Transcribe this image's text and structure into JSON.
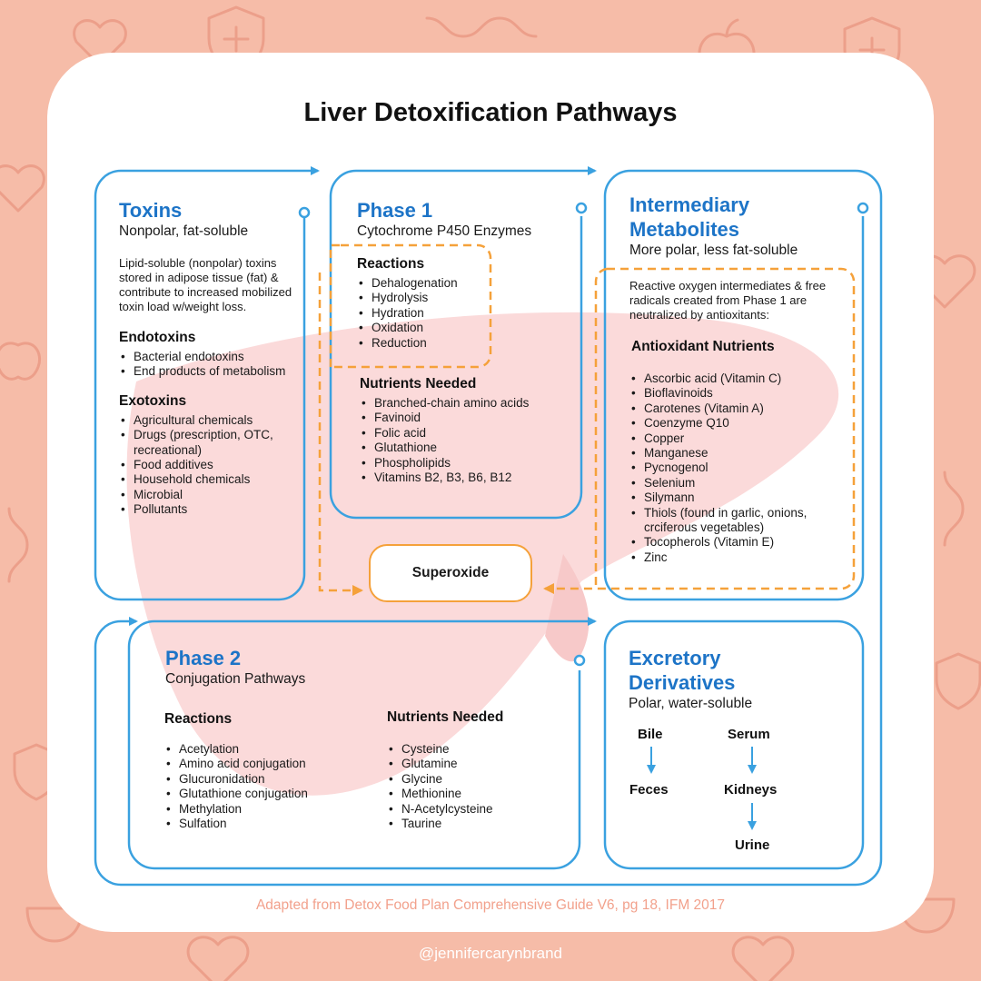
{
  "title": "Liver Detoxification Pathways",
  "toxins": {
    "heading": "Toxins",
    "subheading": "Nonpolar, fat-soluble",
    "description": "Lipid-soluble (nonpolar) toxins stored in adipose tissue (fat) & contribute to increased mobilized toxin load w/weight loss.",
    "endotoxins": {
      "heading": "Endotoxins",
      "items": [
        "Bacterial endotoxins",
        "End products of metabolism"
      ]
    },
    "exotoxins": {
      "heading": "Exotoxins",
      "items": [
        "Agricultural chemicals",
        "Drugs (prescription, OTC, recreational)",
        "Food additives",
        "Household chemicals",
        "Microbial",
        "Pollutants"
      ]
    }
  },
  "phase1": {
    "heading": "Phase 1",
    "subheading": "Cytochrome P450 Enzymes",
    "reactions": {
      "heading": "Reactions",
      "items": [
        "Dehalogenation",
        "Hydrolysis",
        "Hydration",
        "Oxidation",
        "Reduction"
      ]
    },
    "nutrients": {
      "heading": "Nutrients Needed",
      "items": [
        "Branched-chain amino acids",
        "Favinoid",
        "Folic acid",
        "Glutathione",
        "Phospholipids",
        "Vitamins B2, B3, B6, B12"
      ]
    }
  },
  "intermediary": {
    "heading_line1": "Intermediary",
    "heading_line2": "Metabolites",
    "subheading": "More polar, less fat-soluble",
    "description": "Reactive oxygen intermediates & free radicals created from Phase 1 are neutralized by antioxitants:",
    "antioxidants": {
      "heading": "Antioxidant Nutrients",
      "items": [
        "Ascorbic acid (Vitamin C)",
        "Bioflavinoids",
        "Carotenes (Vitamin A)",
        "Coenzyme Q10",
        "Copper",
        "Manganese",
        "Pycnogenol",
        "Selenium",
        "Silymann",
        "Thiols (found in garlic, onions, crciferous vegetables)",
        "Tocopherols (Vitamin E)",
        "Zinc"
      ]
    }
  },
  "superoxide": {
    "label": "Superoxide"
  },
  "phase2": {
    "heading": "Phase 2",
    "subheading": "Conjugation Pathways",
    "reactions": {
      "heading": "Reactions",
      "items": [
        "Acetylation",
        "Amino acid conjugation",
        "Glucuronidation",
        "Glutathione conjugation",
        "Methylation",
        "Sulfation"
      ]
    },
    "nutrients": {
      "heading": "Nutrients Needed",
      "items": [
        "Cysteine",
        "Glutamine",
        "Glycine",
        "Methionine",
        "N-Acetylcysteine",
        "Taurine"
      ]
    }
  },
  "excretory": {
    "heading_line1": "Excretory",
    "heading_line2": "Derivatives",
    "subheading": "Polar, water-soluble",
    "bile": "Bile",
    "feces": "Feces",
    "serum": "Serum",
    "kidneys": "Kidneys",
    "urine": "Urine"
  },
  "credit": "Adapted from Detox Food Plan Comprehensive Guide V6, pg 18, IFM 2017",
  "handle": "@jennifercarynbrand",
  "colors": {
    "background": "#f6bca8",
    "card": "#ffffff",
    "blue": "#3aa1e0",
    "heading_blue": "#1d74c7",
    "orange": "#f5a13a",
    "liver": "#fbdada"
  }
}
